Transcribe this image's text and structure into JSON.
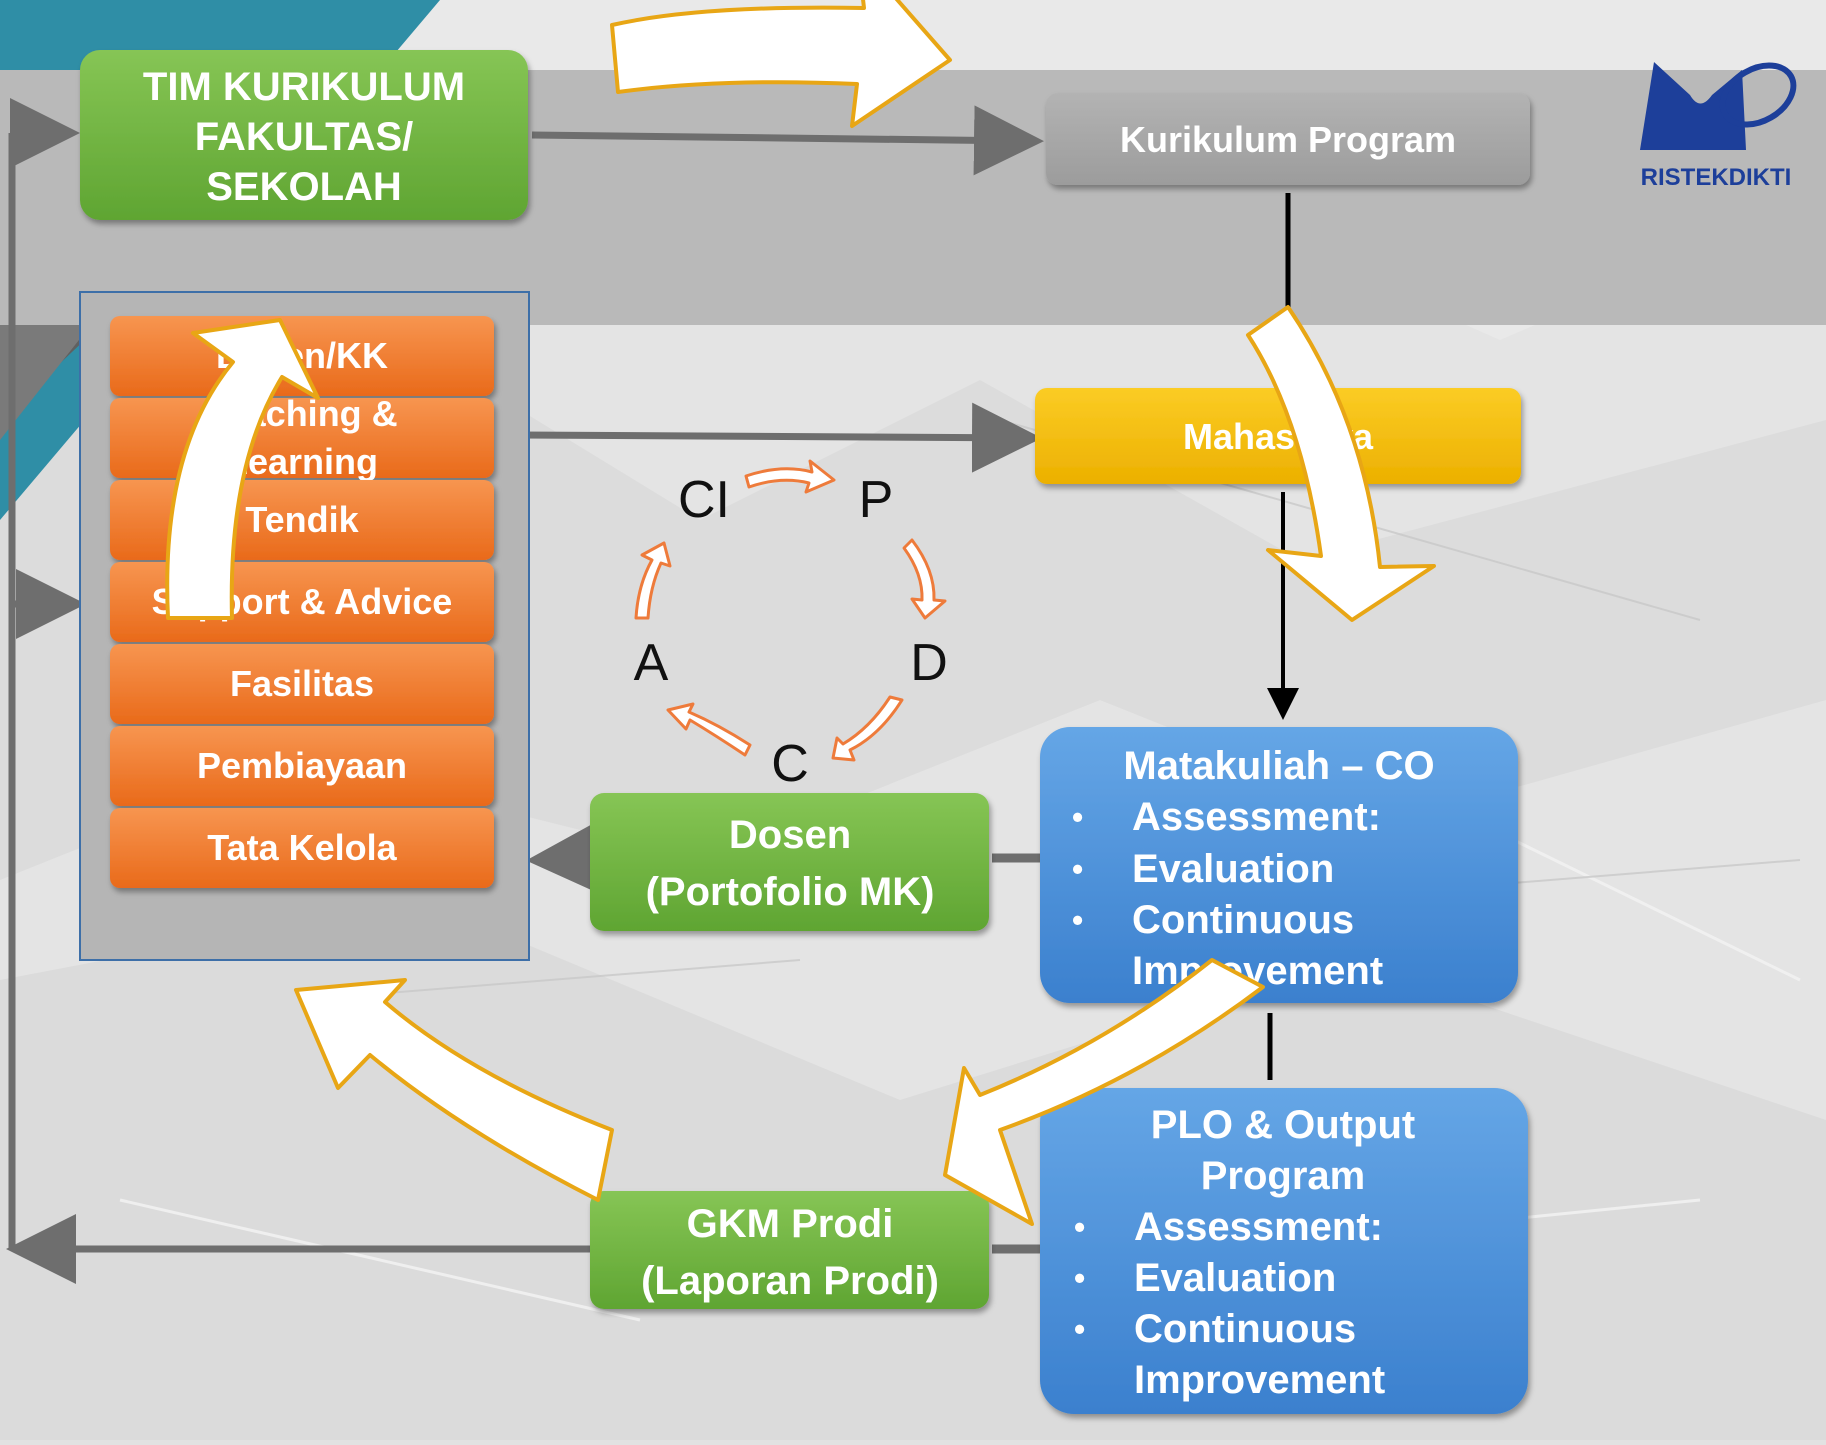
{
  "tim_kurikulum": {
    "lines": [
      "TIM KURIKULUM",
      "FAKULTAS/",
      "SEKOLAH"
    ]
  },
  "kurikulum_program": {
    "label": "Kurikulum Program"
  },
  "mahasiswa": {
    "label": "Mahasiswa"
  },
  "resource_items": [
    {
      "key": "dosen-kk",
      "lines": [
        "Dosen/KK"
      ]
    },
    {
      "key": "teaching-learning",
      "lines": [
        "Teaching &",
        "Learning"
      ]
    },
    {
      "key": "tendik",
      "lines": [
        "Tendik"
      ]
    },
    {
      "key": "support-advice",
      "lines": [
        "Support & Advice"
      ]
    },
    {
      "key": "fasilitas",
      "lines": [
        "Fasilitas"
      ]
    },
    {
      "key": "pembiayaan",
      "lines": [
        "Pembiayaan"
      ]
    },
    {
      "key": "tata-kelola",
      "lines": [
        "Tata Kelola"
      ]
    }
  ],
  "pdca": {
    "ci": "CI",
    "p": "P",
    "d": "D",
    "c": "C",
    "a": "A"
  },
  "dosen_portofolio": {
    "lines": [
      "Dosen",
      "(Portofolio MK)"
    ]
  },
  "gkm_prodi": {
    "lines": [
      "GKM Prodi",
      "(Laporan Prodi)"
    ]
  },
  "matakuliah_co": {
    "title": "Matakuliah – CO",
    "bullets": [
      "Assessment:",
      "Evaluation",
      "Continuous"
    ],
    "continuation": "Improvement"
  },
  "plo_output": {
    "title_lines": [
      "PLO & Output",
      "Program"
    ],
    "bullets": [
      "Assessment:",
      "Evaluation",
      "Continuous"
    ],
    "continuation": "Improvement"
  },
  "logo": {
    "text": "RISTEKDIKTI"
  },
  "colors": {
    "green": "#6fb33f",
    "orange": "#f07828",
    "yellow": "#f2bb0a",
    "blue": "#4a90d6",
    "gray_box": "#a9a9a9",
    "gray_band": "#b9b9b9",
    "arrow_outline": "#e8a615",
    "pdca_arrow": "#ee7b3b",
    "logo_blue": "#1d3f9a"
  }
}
